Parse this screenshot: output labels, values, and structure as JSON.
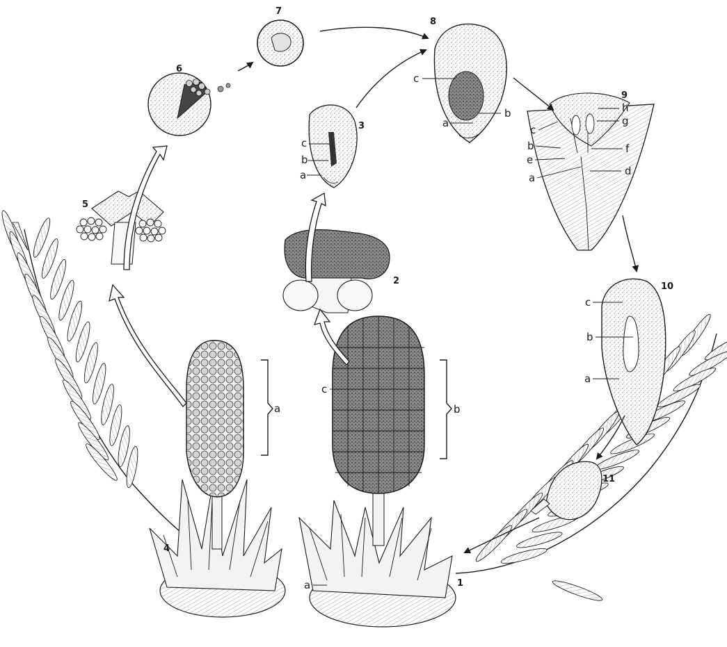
{
  "stage_numbers": [
    "1",
    "2",
    "3",
    "4",
    "5",
    "6",
    "7",
    "8",
    "9",
    "10",
    "11"
  ],
  "labels": {
    "s3": [
      "c",
      "b",
      "a"
    ],
    "s8": [
      "c",
      "a",
      "b"
    ],
    "s9": [
      "c",
      "b",
      "e",
      "a",
      "h",
      "g",
      "f",
      "d"
    ],
    "s10": [
      "c",
      "b",
      "a"
    ],
    "female_cone": [
      "c",
      "b"
    ],
    "male_cone": [
      "a"
    ],
    "plant1": [
      "a"
    ]
  },
  "colors": {
    "ink": "#1a1a1a",
    "stipple": "#bdbdbd",
    "dark_stipple": "#6e6e6e",
    "paper": "#ffffff"
  }
}
